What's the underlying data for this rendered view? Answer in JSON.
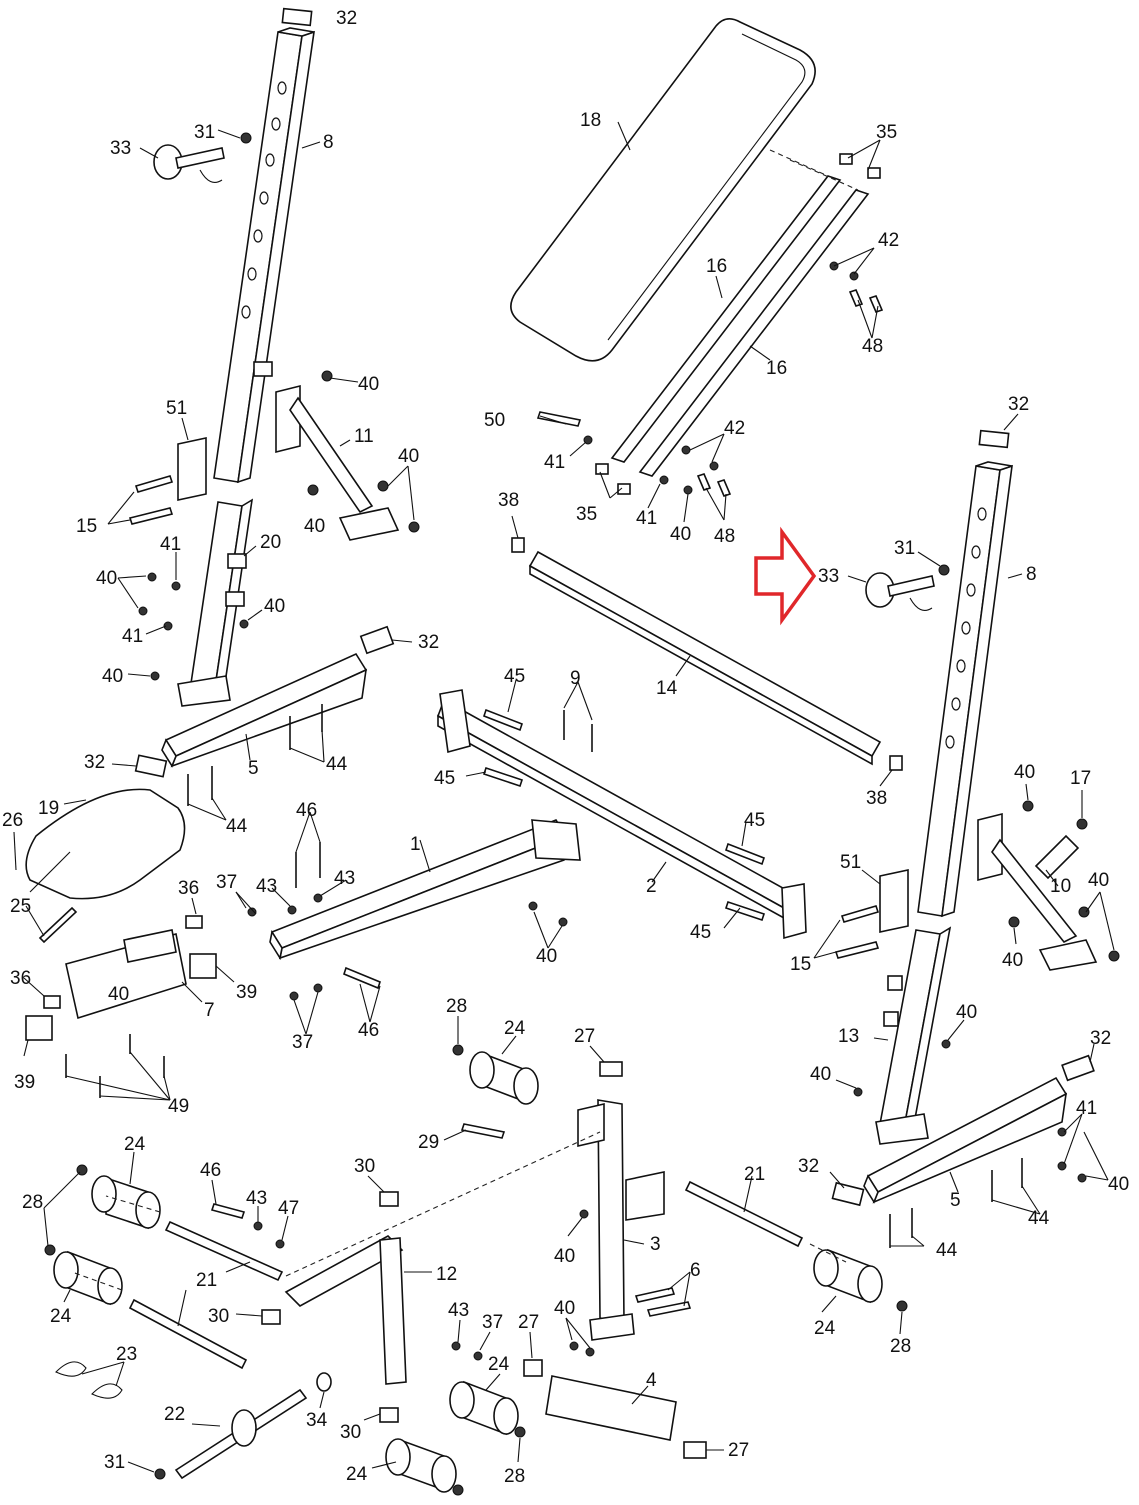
{
  "diagram": {
    "callouts": {
      "c1": "1",
      "c2": "2",
      "c3": "3",
      "c4": "4",
      "c5a": "5",
      "c5b": "5",
      "c6": "6",
      "c7": "7",
      "c8a": "8",
      "c8b": "8",
      "c9": "9",
      "c10": "10",
      "c11": "11",
      "c12": "12",
      "c13": "13",
      "c14": "14",
      "c15a": "15",
      "c15b": "15",
      "c16a": "16",
      "c16b": "16",
      "c17": "17",
      "c18": "18",
      "c19": "19",
      "c20": "20",
      "c21a": "21",
      "c21b": "21",
      "c22": "22",
      "c23": "23",
      "c24a": "24",
      "c24b": "24",
      "c24c": "24",
      "c24d": "24",
      "c24e": "24",
      "c24f": "24",
      "c25": "25",
      "c26": "26",
      "c27a": "27",
      "c27b": "27",
      "c27c": "27",
      "c28a": "28",
      "c28b": "28",
      "c28c": "28",
      "c28d": "28",
      "c29": "29",
      "c30a": "30",
      "c30b": "30",
      "c30c": "30",
      "c31a": "31",
      "c31b": "31",
      "c31c": "31",
      "c32a": "32",
      "c32b": "32",
      "c32c": "32",
      "c32d": "32",
      "c32e": "32",
      "c32f": "32",
      "c33a": "33",
      "c33b": "33",
      "c34": "34",
      "c35a": "35",
      "c35b": "35",
      "c36a": "36",
      "c36b": "36",
      "c37a": "37",
      "c37b": "37",
      "c37c": "37",
      "c38a": "38",
      "c38b": "38",
      "c39a": "39",
      "c39b": "39",
      "c40a": "40",
      "c40b": "40",
      "c40c": "40",
      "c40d": "40",
      "c40e": "40",
      "c40f": "40",
      "c40g": "40",
      "c40h": "40",
      "c40i": "40",
      "c40j": "40",
      "c40k": "40",
      "c40l": "40",
      "c40m": "40",
      "c40n": "40",
      "c40o": "40",
      "c40p": "40",
      "c40q": "40",
      "c41a": "41",
      "c41b": "41",
      "c41c": "41",
      "c41d": "41",
      "c41e": "41",
      "c42a": "42",
      "c42b": "42",
      "c43a": "43",
      "c43b": "43",
      "c43c": "43",
      "c43d": "43",
      "c44a": "44",
      "c44b": "44",
      "c44c": "44",
      "c44d": "44",
      "c45a": "45",
      "c45b": "45",
      "c45c": "45",
      "c45d": "45",
      "c46a": "46",
      "c46b": "46",
      "c46c": "46",
      "c47": "47",
      "c48a": "48",
      "c48b": "48",
      "c49": "49",
      "c50": "50",
      "c51a": "51",
      "c51b": "51"
    },
    "highlight_arrow_color": "#e0272a",
    "line_color": "#111111"
  }
}
